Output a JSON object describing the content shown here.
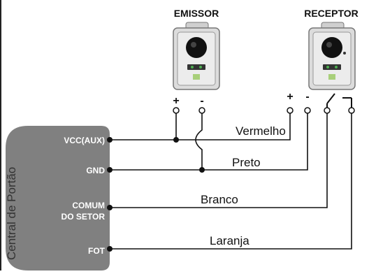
{
  "devices": {
    "emitter_label": "EMISSOR",
    "receiver_label": "RECEPTOR"
  },
  "panel": {
    "title": "Central de Portão",
    "terminals": {
      "vcc": "VCC(AUX)",
      "gnd": "GND",
      "comum_line1": "COMUM",
      "comum_line2": "DO SETOR",
      "fot": "FOT"
    }
  },
  "signs": {
    "plus": "+",
    "minus": "-"
  },
  "wires": {
    "vermelho": "Vermelho",
    "preto": "Preto",
    "branco": "Branco",
    "laranja": "Laranja"
  },
  "colors": {
    "panel_fill": "#808080",
    "device_body": "#d9d9d9",
    "lens": "#111111",
    "led_green": "#4caf50"
  }
}
